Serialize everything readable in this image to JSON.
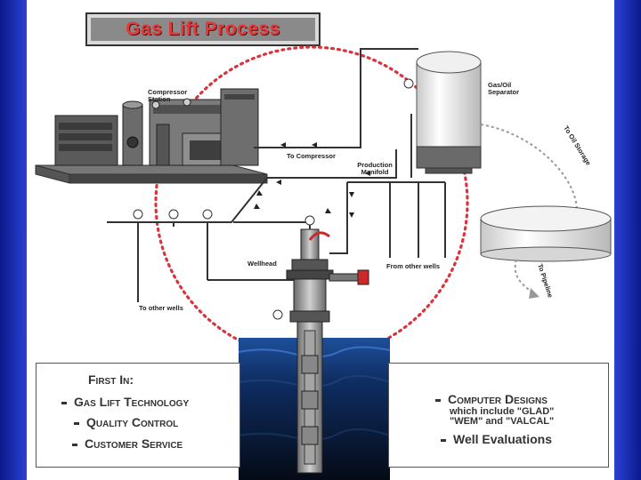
{
  "title": "Gas Lift Process",
  "labels": {
    "compressor_station": "Compressor Station",
    "gas_oil_separator": "Gas/Oil Separator",
    "to_oil_storage": "To Oil Storage",
    "to_compressor": "To Compressor",
    "production_manifold": "Production Manifold",
    "wellhead": "Wellhead",
    "from_other_wells": "From other wells",
    "to_other_wells": "To other wells",
    "to_pipeline": "To Pipeline"
  },
  "left_box": {
    "heading": "First In:",
    "items": [
      "Gas Lift Technology",
      "Quality Control",
      "Customer Service"
    ]
  },
  "right_box": {
    "item1": "Computer Designs",
    "item1_sub1": "which include \"GLAD\"",
    "item1_sub2": "\"WEM\" and \"VALCAL\"",
    "item2": "Well Evaluations"
  },
  "colors": {
    "title": "#e23a3a",
    "dotted_circle": "#d9333c",
    "panel": "#ffffff",
    "frame": "#2a3fd0"
  }
}
